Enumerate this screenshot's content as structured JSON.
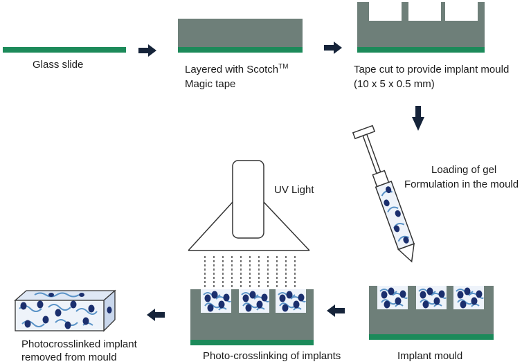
{
  "colors": {
    "tape": "#6e7f79",
    "glass": "#1c8a5a",
    "arrow": "#16243a",
    "bead": "#1b2f6e",
    "fiber": "#5a93c7",
    "gel_bg": "#eef3fa",
    "outline": "#333333"
  },
  "steps": {
    "glass_slide": "Glass slide",
    "layered_line1": "Layered with Scotch",
    "layered_tm": "TM",
    "layered_line2": "Magic tape",
    "tape_cut_line1": "Tape cut to provide implant mould",
    "tape_cut_line2": "(10 x 5 x 0.5 mm)",
    "loading_line1": "Loading of gel",
    "loading_line2": "Formulation in the mould",
    "uv_light": "UV Light",
    "implant_mould": "Implant mould",
    "photo_crosslinking": "Photo-crosslinking of implants",
    "removed_line1": "Photocrosslinked implant",
    "removed_line2": "removed from mould"
  }
}
